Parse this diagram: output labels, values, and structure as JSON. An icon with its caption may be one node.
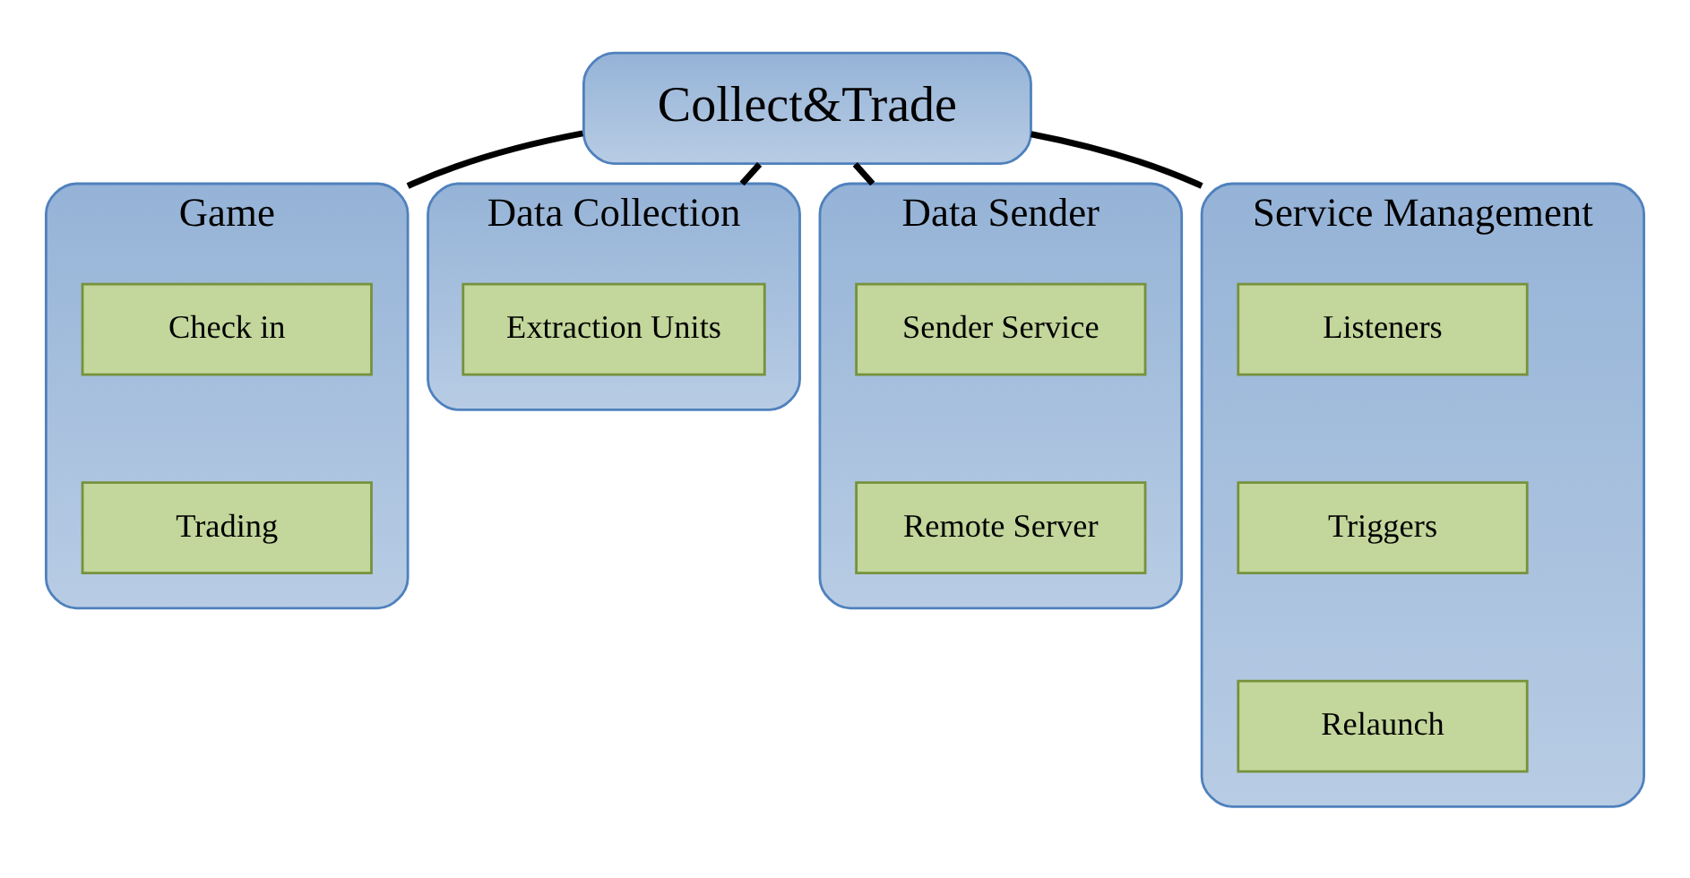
{
  "diagram": {
    "nodes": [
      {
        "text": [
          "Collect&Trade"
        ]
      },
      {
        "text": [
          "Game"
        ]
      },
      {
        "text": [
          "Check in"
        ],
        "in": 1
      },
      {
        "text": [
          "Trading"
        ],
        "in": 1
      },
      {
        "text": [
          "Data Collection"
        ]
      },
      {
        "text": [
          "Extraction Units"
        ],
        "in": 4
      },
      {
        "text": [
          "Data Sender"
        ]
      },
      {
        "text": [
          "Sender Service"
        ],
        "in": 6
      },
      {
        "text": [
          "Remote Server"
        ],
        "in": 6
      },
      {
        "text": [
          "Service Management"
        ]
      },
      {
        "text": [
          "Listeners"
        ],
        "in": 9
      },
      {
        "text": [
          "Triggers"
        ],
        "in": 9
      },
      {
        "text": [
          "Relaunch"
        ],
        "in": 9
      }
    ],
    "edges": [
      {
        "from": 0,
        "to": 1,
        "arrow": "none"
      },
      {
        "from": 0,
        "to": 4,
        "arrow": "none"
      },
      {
        "from": 0,
        "to": 6,
        "arrow": "none"
      },
      {
        "from": 0,
        "to": 9,
        "arrow": "none"
      }
    ]
  }
}
